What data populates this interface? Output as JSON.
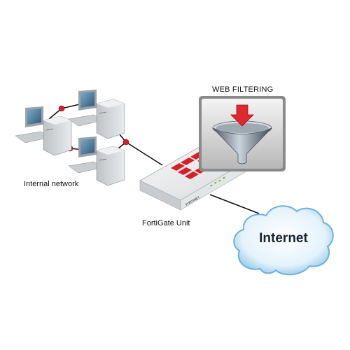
{
  "labels": {
    "internal_network": "Internal network",
    "fortigate_unit": "FortiGate Unit",
    "web_filtering": "WEB FILTERING",
    "internet": "Internet"
  },
  "device": {
    "brand_text": "FORTINET"
  },
  "colors": {
    "accent_red": "#d81e2a",
    "connection_line": "#111111",
    "cloud_blue": "#8fc6e8",
    "filter_panel": "#8a8a8a"
  },
  "icons": [
    "computer-icon",
    "fortigate-appliance-icon",
    "funnel-icon",
    "arrow-down-icon",
    "cloud-icon"
  ]
}
